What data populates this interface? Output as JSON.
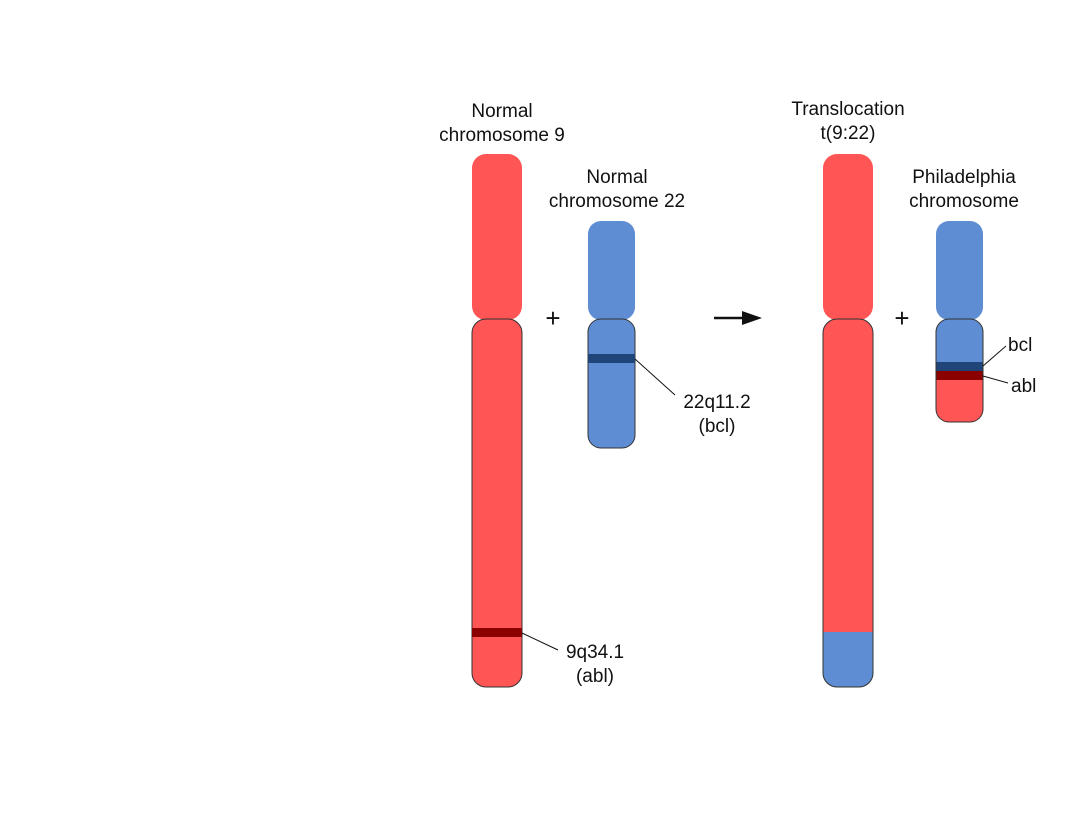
{
  "labels": {
    "normal9_line1": "Normal",
    "normal9_line2": "chromosome 9",
    "normal22_line1": "Normal",
    "normal22_line2": "chromosome 22",
    "translocation_line1": "Translocation",
    "translocation_line2": "t(9:22)",
    "philadelphia_line1": "Philadelphia",
    "philadelphia_line2": "chromosome",
    "abl_locus_line1": "9q34.1",
    "abl_locus_line2": "(abl)",
    "bcl_locus_line1": "22q11.2",
    "bcl_locus_line2": "(bcl)",
    "ph_bcl": "bcl",
    "ph_abl": "abl",
    "plus_left": "+",
    "plus_right": "+"
  },
  "colors": {
    "chromosome9": "#ff5555",
    "chromosome22": "#5f8dd3",
    "abl_band": "#8b0000",
    "bcl_band": "#1f4579",
    "outline": "#333333",
    "text": "#111111"
  },
  "icons": {
    "arrow": "right-arrow-icon"
  }
}
